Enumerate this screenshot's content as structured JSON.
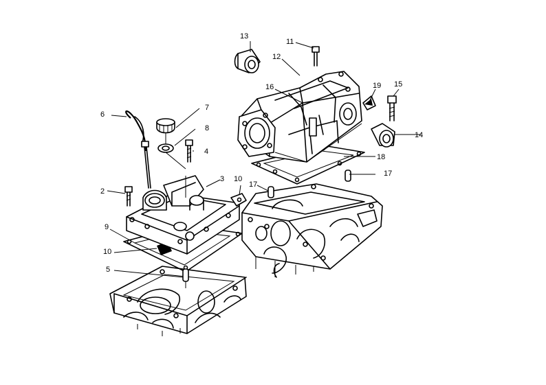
{
  "callouts": [
    {
      "id": "c13",
      "label": "13"
    },
    {
      "id": "c11",
      "label": "11"
    },
    {
      "id": "c12",
      "label": "12"
    },
    {
      "id": "c16",
      "label": "16"
    },
    {
      "id": "c19",
      "label": "19"
    },
    {
      "id": "c15",
      "label": "15"
    },
    {
      "id": "c14",
      "label": "14"
    },
    {
      "id": "c18",
      "label": "18"
    },
    {
      "id": "c17a",
      "label": "17"
    },
    {
      "id": "c17b",
      "label": "17"
    },
    {
      "id": "c6",
      "label": "6"
    },
    {
      "id": "c7",
      "label": "7"
    },
    {
      "id": "c8",
      "label": "8"
    },
    {
      "id": "c4",
      "label": "4"
    },
    {
      "id": "c3",
      "label": "3"
    },
    {
      "id": "c10a",
      "label": "10"
    },
    {
      "id": "c2",
      "label": "2"
    },
    {
      "id": "c9",
      "label": "9"
    },
    {
      "id": "c10b",
      "label": "10"
    },
    {
      "id": "c5",
      "label": "5"
    }
  ]
}
